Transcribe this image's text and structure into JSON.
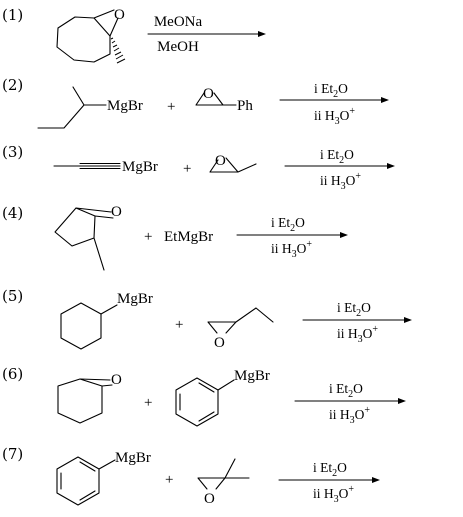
{
  "reactions": [
    {
      "number": "(1)",
      "epoxide_o": "O",
      "cond_top": "MeONa",
      "cond_bottom": "MeOH"
    },
    {
      "number": "(2)",
      "grignard": "MgBr",
      "plus": "+",
      "epoxide_o": "O",
      "substituent": "Ph",
      "cond_top_i": "i Et",
      "cond_top_sub": "2",
      "cond_top_end": "O",
      "cond_bottom_i": "ii H",
      "cond_bottom_sub": "3",
      "cond_bottom_o": "O",
      "cond_bottom_sup": "+"
    },
    {
      "number": "(3)",
      "grignard": "MgBr",
      "plus": "+",
      "epoxide_o": "O",
      "cond_top_i": "i Et",
      "cond_top_sub": "2",
      "cond_top_end": "O",
      "cond_bottom_i": "ii H",
      "cond_bottom_sub": "3",
      "cond_bottom_o": "O",
      "cond_bottom_sup": "+"
    },
    {
      "number": "(4)",
      "epoxide_o": "O",
      "plus": "+",
      "reagent": "EtMgBr",
      "cond_top_i": "i Et",
      "cond_top_sub": "2",
      "cond_top_end": "O",
      "cond_bottom_i": "ii H",
      "cond_bottom_sub": "3",
      "cond_bottom_o": "O",
      "cond_bottom_sup": "+"
    },
    {
      "number": "(5)",
      "grignard": "MgBr",
      "plus": "+",
      "epoxide_o": "O",
      "cond_top_i": "i Et",
      "cond_top_sub": "2",
      "cond_top_end": "O",
      "cond_bottom_i": "ii H",
      "cond_bottom_sub": "3",
      "cond_bottom_o": "O",
      "cond_bottom_sup": "+"
    },
    {
      "number": "(6)",
      "epoxide_o": "O",
      "plus": "+",
      "grignard": "MgBr",
      "cond_top_i": "i Et",
      "cond_top_sub": "2",
      "cond_top_end": "O",
      "cond_bottom_i": "ii H",
      "cond_bottom_sub": "3",
      "cond_bottom_o": "O",
      "cond_bottom_sup": "+"
    },
    {
      "number": "(7)",
      "grignard": "MgBr",
      "plus": "+",
      "epoxide_o": "O",
      "cond_top_i": "i Et",
      "cond_top_sub": "2",
      "cond_top_end": "O",
      "cond_bottom_i": "ii H",
      "cond_bottom_sub": "3",
      "cond_bottom_o": "O",
      "cond_bottom_sup": "+"
    }
  ]
}
